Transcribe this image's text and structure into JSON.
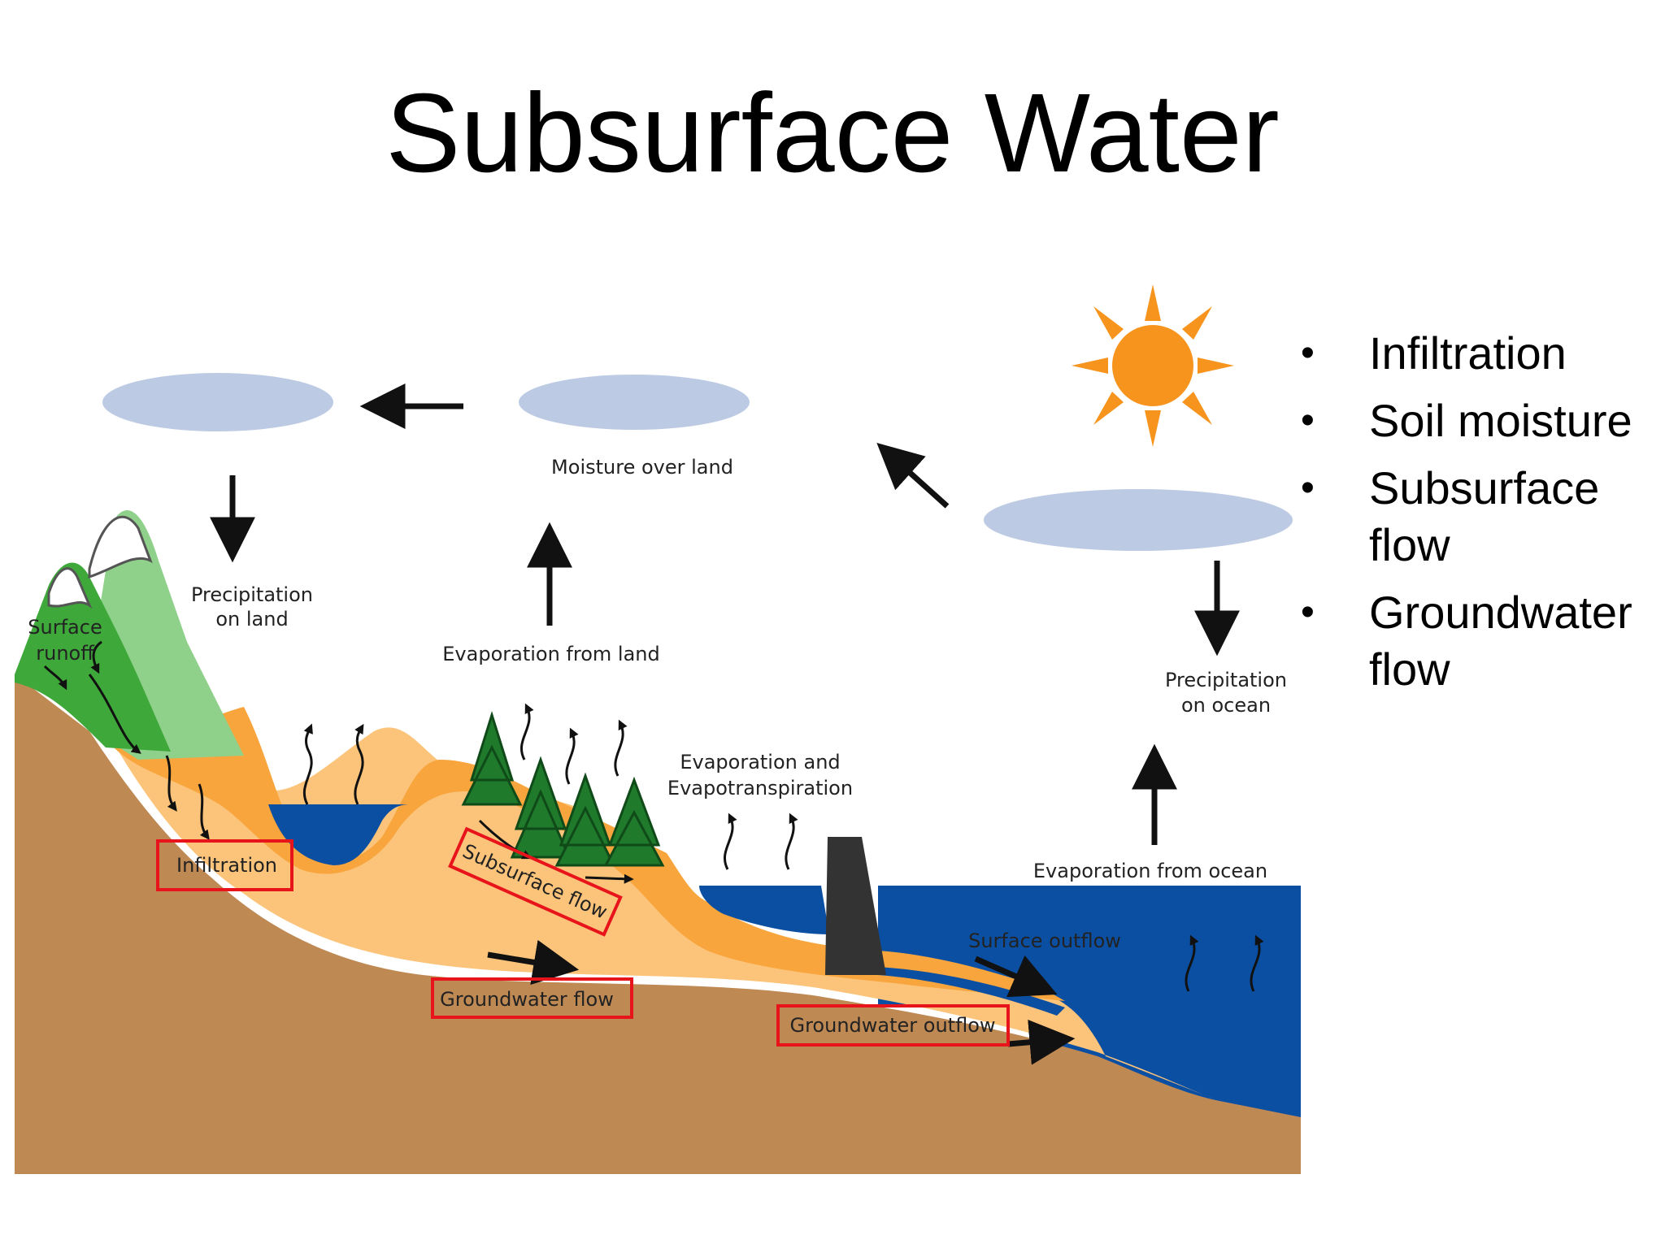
{
  "title": "Subsurface Water",
  "bullets": [
    "Infiltration",
    "Soil moisture",
    "Subsurface flow",
    "Groundwater flow"
  ],
  "diagram": {
    "labels": {
      "moisture_over_land": "Moisture over land",
      "precipitation_on_land": [
        "Precipitation",
        "on land"
      ],
      "surface_runoff": [
        "Surface",
        "runoff"
      ],
      "evaporation_from_land": "Evaporation from land",
      "evaporation_transpiration": [
        "Evaporation and",
        "Evapotranspiration"
      ],
      "precipitation_on_ocean": [
        "Precipitation",
        "on ocean"
      ],
      "evaporation_from_ocean": "Evaporation from ocean",
      "surface_outflow": "Surface outflow"
    },
    "highlighted": {
      "infiltration": "Infiltration",
      "subsurface_flow": "Subsurface flow",
      "groundwater_flow": "Groundwater flow",
      "groundwater_outflow": "Groundwater outflow"
    },
    "colors": {
      "ocean": "#0b4fa3",
      "sky_cloud": "#bccbe3",
      "sun": "#f7941d",
      "bedrock": "#bf8954",
      "groundwater": "#fcc47a",
      "soil": "#f7a53c",
      "mountain_dark": "#3ea83a",
      "mountain_light": "#8fd18a",
      "highlight_box": "#e8141b"
    }
  }
}
